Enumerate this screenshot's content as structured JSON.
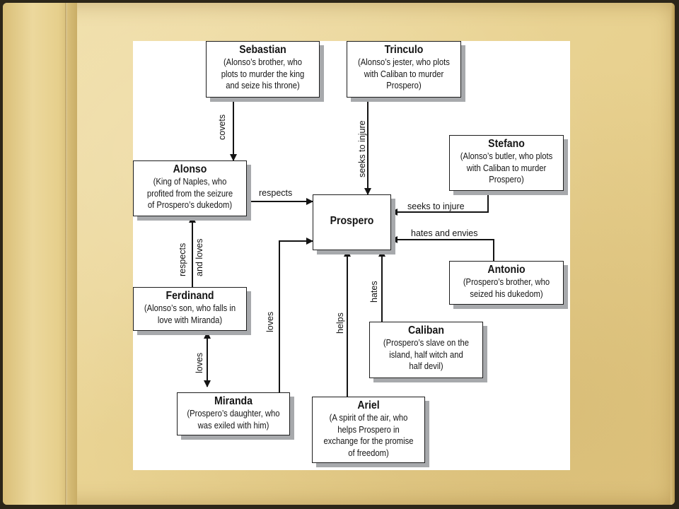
{
  "diagram": {
    "nodes": {
      "sebastian": {
        "title": "Sebastian",
        "desc": [
          "(Alonso’s brother, who",
          "plots to murder the king",
          "and seize his throne)"
        ]
      },
      "trinculo": {
        "title": "Trinculo",
        "desc": [
          "(Alonso’s jester, who plots",
          "with Caliban to murder",
          "Prospero)"
        ]
      },
      "stefano": {
        "title": "Stefano",
        "desc": [
          "(Alonso’s butler, who plots",
          "with Caliban to murder",
          "Prospero)"
        ]
      },
      "alonso": {
        "title": "Alonso",
        "desc": [
          "(King of Naples, who",
          "profited from the seizure",
          "of Prospero’s dukedom)"
        ]
      },
      "prospero": {
        "title": "Prospero",
        "desc": []
      },
      "antonio": {
        "title": "Antonio",
        "desc": [
          "(Prospero’s brother, who",
          "seized his dukedom)"
        ]
      },
      "ferdinand": {
        "title": "Ferdinand",
        "desc": [
          "(Alonso’s son, who falls in",
          "love with Miranda)"
        ]
      },
      "caliban": {
        "title": "Caliban",
        "desc": [
          "(Prospero’s slave on the",
          "island, half witch and",
          "half devil)"
        ]
      },
      "miranda": {
        "title": "Miranda",
        "desc": [
          "(Prospero’s daughter, who",
          "was exiled with him)"
        ]
      },
      "ariel": {
        "title": "Ariel",
        "desc": [
          "(A spirit of the air, who",
          "helps Prospero in",
          "exchange for the promise",
          "of freedom)"
        ]
      }
    },
    "edges": {
      "sebastian_alonso": "covets",
      "trinculo_prospero": "seeks to injure",
      "alonso_prospero": "respects",
      "stefano_prospero": "seeks to injure",
      "antonio_prospero": "hates and envies",
      "ferdinand_alonso": [
        "respects",
        "and loves"
      ],
      "ferdinand_miranda": "loves",
      "miranda_prospero": "loves",
      "ariel_prospero": "helps",
      "caliban_prospero": "hates"
    }
  }
}
